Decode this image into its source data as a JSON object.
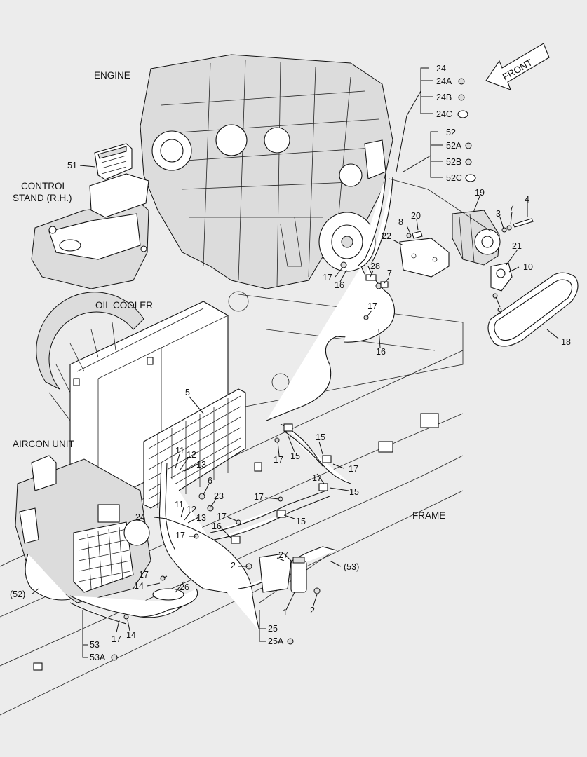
{
  "diagram": {
    "front_label": "FRONT",
    "sections": {
      "engine": "ENGINE",
      "control_stand_1": "CONTROL",
      "control_stand_2": "STAND (R.H.)",
      "oil_cooler": "OIL COOLER",
      "aircon_unit": "AIRCON UNIT",
      "frame": "FRAME"
    },
    "group24": {
      "main": "24",
      "a": "24A",
      "b": "24B",
      "c": "24C"
    },
    "group52": {
      "main": "52",
      "a": "52A",
      "b": "52B",
      "c": "52C"
    },
    "group25": {
      "main": "25",
      "a": "25A"
    },
    "group53": {
      "main": "53",
      "a": "53A"
    },
    "callouts": {
      "c51": "51",
      "c19": "19",
      "c4": "4",
      "c7a": "7",
      "c3": "3",
      "c8": "8",
      "c20": "20",
      "c22": "22",
      "c21": "21",
      "c10": "10",
      "c28": "28",
      "c7b": "7",
      "c17a": "17",
      "c16a": "16",
      "c9": "9",
      "c17b": "17",
      "c16b": "16",
      "c18": "18",
      "c5": "5",
      "c11a": "11",
      "c12a": "12",
      "c13a": "13",
      "c6": "6",
      "c23": "23",
      "c17c": "17",
      "c15a": "15",
      "c15b": "15",
      "c17d": "17",
      "c17e": "17",
      "c15c": "15",
      "c17f": "17",
      "c24": "24",
      "c11b": "11",
      "c12b": "12",
      "c13b": "13",
      "c17g": "17",
      "c16c": "16",
      "c15d": "15",
      "c17h": "17",
      "c27": "27",
      "c2a": "2",
      "c53p": "(53)",
      "c17i": "17",
      "c14a": "14",
      "c26": "26",
      "c52p": "(52)",
      "c1": "1",
      "c2b": "2",
      "c17j": "17",
      "c14b": "14"
    }
  }
}
